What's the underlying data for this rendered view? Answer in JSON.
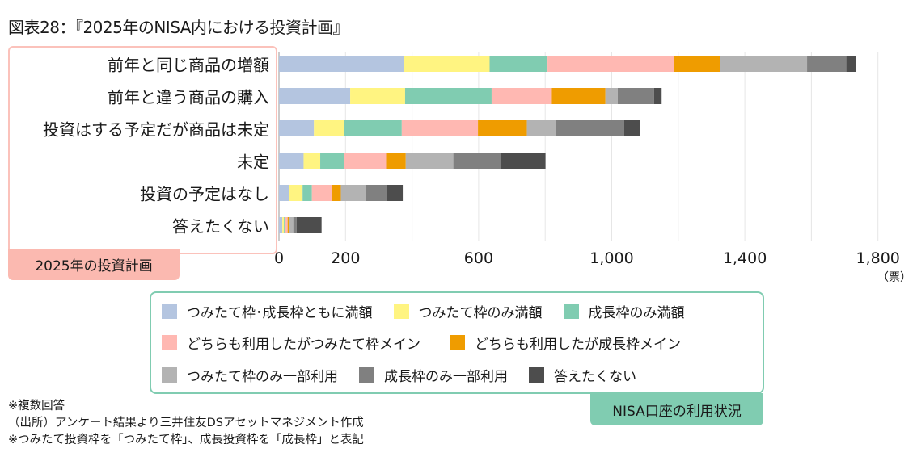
{
  "title": "図表28：『2025年のNISA内における投資計画』",
  "category_group_label": "2025年の投資計画",
  "legend_group_label": "NISA口座の利用状況",
  "unit": "（票）",
  "notes": [
    "※複数回答",
    "（出所）アンケート結果より三井住友DSアセットマネジメント作成",
    "※つみたて投資枠を「つみたて枠」、成長投資枠を「成長枠」と表記"
  ],
  "chart_data": {
    "type": "bar",
    "orientation": "horizontal",
    "stacked": true,
    "title": "図表28：『2025年のNISA内における投資計画』",
    "xlabel": "（票）",
    "ylabel": "2025年の投資計画",
    "xlim": [
      0,
      1800
    ],
    "grid_step": 200,
    "x_tick_labels": [
      {
        "value": 0,
        "label": "0"
      },
      {
        "value": 200,
        "label": "200"
      },
      {
        "value": 600,
        "label": "600"
      },
      {
        "value": 1000,
        "label": "1,000"
      },
      {
        "value": 1400,
        "label": "1,400"
      },
      {
        "value": 1800,
        "label": "1,800"
      }
    ],
    "legend_placement": "bottom",
    "categories": [
      "前年と同じ商品の増額",
      "前年と違う商品の購入",
      "投資はする予定だが商品は未定",
      "未定",
      "投資の予定はなし",
      "答えたくない"
    ],
    "series": [
      {
        "name": "つみたて枠･成長枠ともに満額",
        "color": "#b4c5e0",
        "values": [
          376,
          214,
          105,
          74,
          30,
          10
        ]
      },
      {
        "name": "つみたて枠のみ満額",
        "color": "#fff481",
        "values": [
          257,
          165,
          90,
          50,
          41,
          5
        ]
      },
      {
        "name": "成長枠のみ満額",
        "color": "#80ccb1",
        "values": [
          174,
          260,
          174,
          71,
          28,
          2
        ]
      },
      {
        "name": "どちらも利用したがつみたて枠メイン",
        "color": "#ffb8b2",
        "values": [
          379,
          181,
          229,
          127,
          59,
          9
        ]
      },
      {
        "name": "どちらも利用したが成長枠メイン",
        "color": "#ef9c00",
        "values": [
          139,
          161,
          147,
          59,
          28,
          5
        ]
      },
      {
        "name": "つみたて枠のみ一部利用",
        "color": "#b3b3b3",
        "values": [
          262,
          37,
          88,
          143,
          74,
          12
        ]
      },
      {
        "name": "成長枠のみ一部利用",
        "color": "#808080",
        "values": [
          118,
          109,
          204,
          143,
          65,
          10
        ]
      },
      {
        "name": "答えたくない",
        "color": "#4d4d4d",
        "values": [
          29,
          23,
          47,
          134,
          47,
          75
        ]
      }
    ]
  }
}
